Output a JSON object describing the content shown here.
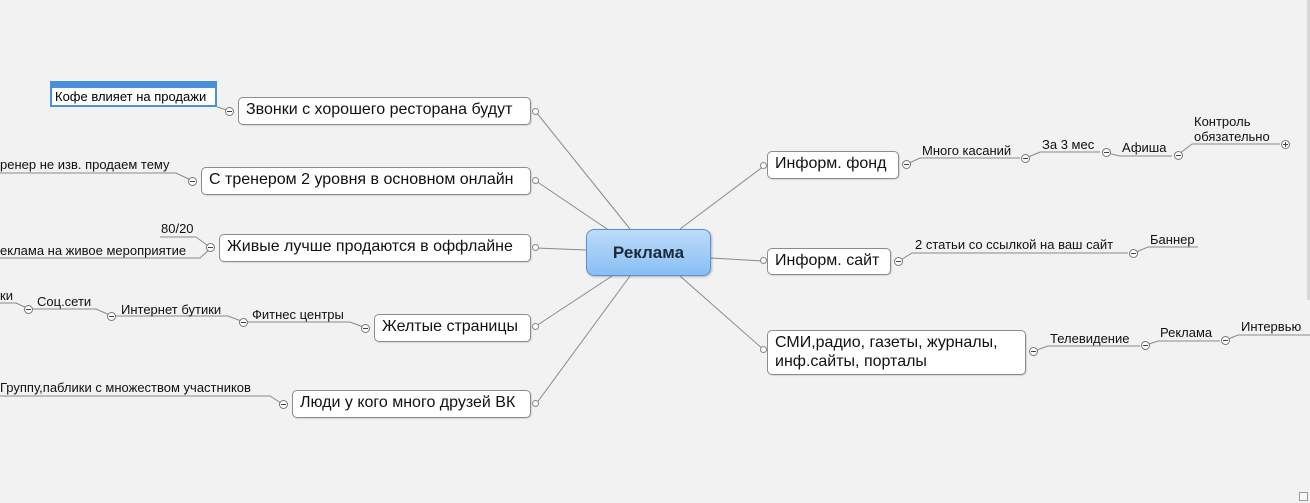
{
  "central_topic": "Реклама",
  "left_branches": [
    {
      "topic": "Звонки с хорошего ресторана будут",
      "subtopics": [
        "Кофе влияет на продажи"
      ]
    },
    {
      "topic": "С тренером 2 уровня в основном онлайн",
      "subtopics": [
        "ренер не изв. продаем тему"
      ]
    },
    {
      "topic": "Живые лучше продаются в оффлайне",
      "subtopics": [
        "80/20",
        "еклама на живое мероприятие"
      ]
    },
    {
      "topic": "Желтые страницы",
      "subtopics": [
        "Фитнес центры",
        "Интернет бутики",
        "Соц.сети",
        "ки"
      ]
    },
    {
      "topic": "Люди у кого много друзей ВК",
      "subtopics": [
        "Группу,паблики с множеством участников"
      ]
    }
  ],
  "right_branches": [
    {
      "topic": "Информ. фонд",
      "subtopics": [
        "Много касаний",
        "За 3 мес",
        "Афиша",
        "Контроль обязательно"
      ]
    },
    {
      "topic": "Информ. сайт",
      "subtopics": [
        "2 статьи со ссылкой на ваш сайт",
        "Баннер"
      ]
    },
    {
      "topic_line1": "СМИ,радио, газеты, журналы,",
      "topic_line2": "инф.сайты, порталы",
      "subtopics": [
        "Телевидение",
        "Реклама",
        "Интервью"
      ]
    }
  ],
  "colors": {
    "background": "#f2f2f2",
    "central_fill": "#9fcdf8",
    "central_border": "#5b8fcf",
    "selection": "#4a90d9",
    "line": "#8a8a8a"
  }
}
